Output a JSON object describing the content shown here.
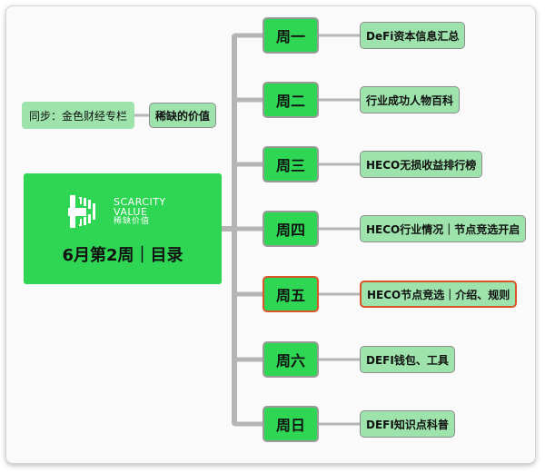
{
  "central": {
    "logo_line1": "SCARCITY",
    "logo_line2": "VALUE",
    "logo_line3": "稀缺价值",
    "title": "6月第2周｜目录"
  },
  "side_left": "同步：金色财经专栏",
  "side_right": "稀缺的价值",
  "weeks": [
    {
      "label": "周一",
      "topic": "DeFi资本信息汇总"
    },
    {
      "label": "周二",
      "topic": "行业成功人物百科"
    },
    {
      "label": "周三",
      "topic": "HECO无损收益排行榜"
    },
    {
      "label": "周四",
      "topic": "HECO行业情况｜节点竞选开启"
    },
    {
      "label": "周五",
      "topic": "HECO节点竞选｜介绍、规则",
      "selected": true
    },
    {
      "label": "周六",
      "topic": "DEFI钱包、工具"
    },
    {
      "label": "周日",
      "topic": "DEFI知识点科普"
    }
  ],
  "colors": {
    "node_green": "#2fd654",
    "topic_green": "#9de3ab",
    "highlight": "#d9532b",
    "connector": "#b5b5b5"
  }
}
